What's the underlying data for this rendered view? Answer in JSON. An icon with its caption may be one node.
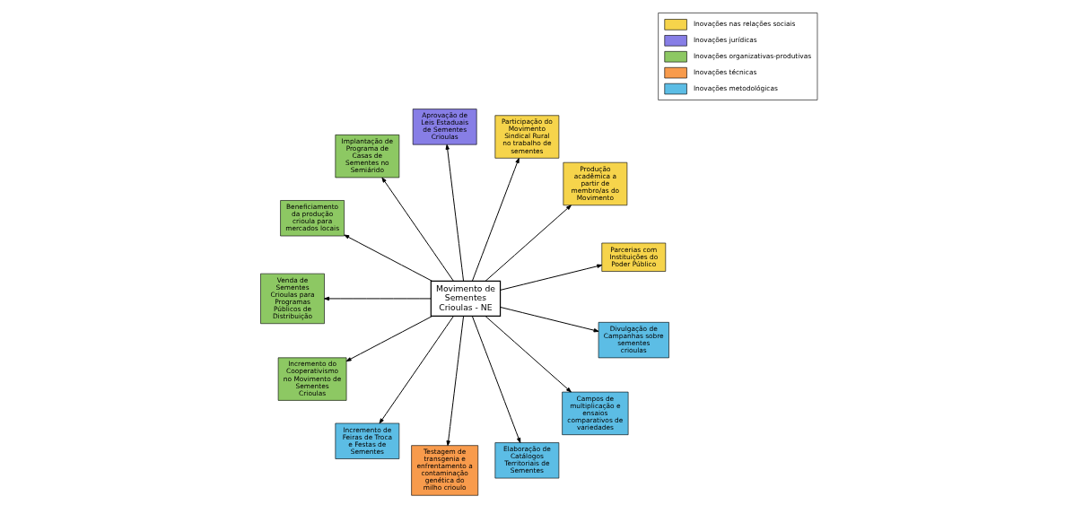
{
  "diagram": {
    "nodes": [
      {
        "text": [
          "Parcerias com Instituições do Poder Público"
        ]
      },
      {
        "text": [
          "Produção acadêmica a partir de membro/as do Movimento"
        ]
      },
      {
        "text": [
          "Participação do Movimento Sindical Rural no trabalho de sementes"
        ]
      },
      {
        "text": [
          "Aprovação de Leis Estaduais de Sementes Crioulas"
        ]
      },
      {
        "text": [
          "Implantação de Programa de Casas de Sementes no Semiárido"
        ]
      },
      {
        "text": [
          "Beneficiamento da produção crioula para mercados locais"
        ]
      },
      {
        "text": [
          "Venda de Sementes Crioulas para Programas Públicos de Distribuição"
        ]
      },
      {
        "text": [
          "Movimento de Sementes Crioulas - NE"
        ]
      },
      {
        "text": [
          "Incremento do Cooperativismo no Movimento de Sementes Crioulas"
        ]
      },
      {
        "text": [
          "Incremento de Feiras de Troca e Festas de Sementes"
        ]
      },
      {
        "text": [
          "Testagem de transgenia e enfrentamento a contaminação genética do milho crioulo"
        ]
      },
      {
        "text": [
          "Elaboração de Catálogos Territoriais de Sementes"
        ]
      },
      {
        "text": [
          "Campos de multiplicação e ensaios comparativos de variedades"
        ]
      },
      {
        "text": [
          "Divulgação de Campanhas sobre sementes crioulas"
        ]
      }
    ],
    "edges": [
      {
        "from": 7,
        "to": 0,
        "arrow": "to"
      },
      {
        "from": 7,
        "to": 1,
        "arrow": "to"
      },
      {
        "from": 7,
        "to": 2,
        "arrow": "to"
      },
      {
        "from": 7,
        "to": 3,
        "arrow": "to"
      },
      {
        "from": 7,
        "to": 4,
        "arrow": "to"
      },
      {
        "from": 7,
        "to": 6,
        "arrow": "to"
      },
      {
        "from": 7,
        "to": 9,
        "arrow": "to"
      },
      {
        "from": 7,
        "to": 13,
        "arrow": "to"
      },
      {
        "from": 7,
        "to": 12,
        "arrow": "to"
      },
      {
        "from": 7,
        "to": 11,
        "arrow": "to"
      },
      {
        "from": 7,
        "to": 10,
        "arrow": "to"
      },
      {
        "from": 7,
        "to": 8,
        "arrow": "to"
      },
      {
        "from": 7,
        "to": 5,
        "arrow": "to"
      }
    ],
    "legend": [
      {
        "text": "Inovações nas relações sociais",
        "color": "#f6d44b"
      },
      {
        "text": "Inovações jurídicas",
        "color": "#877ee6"
      },
      {
        "text": "Inovações organizativas-produtivas",
        "color": "#8dc863"
      },
      {
        "text": "Inovações técnicas",
        "color": "#f89b4c"
      },
      {
        "text": "Inovações metodológicas",
        "color": "#5cbde5"
      }
    ]
  }
}
